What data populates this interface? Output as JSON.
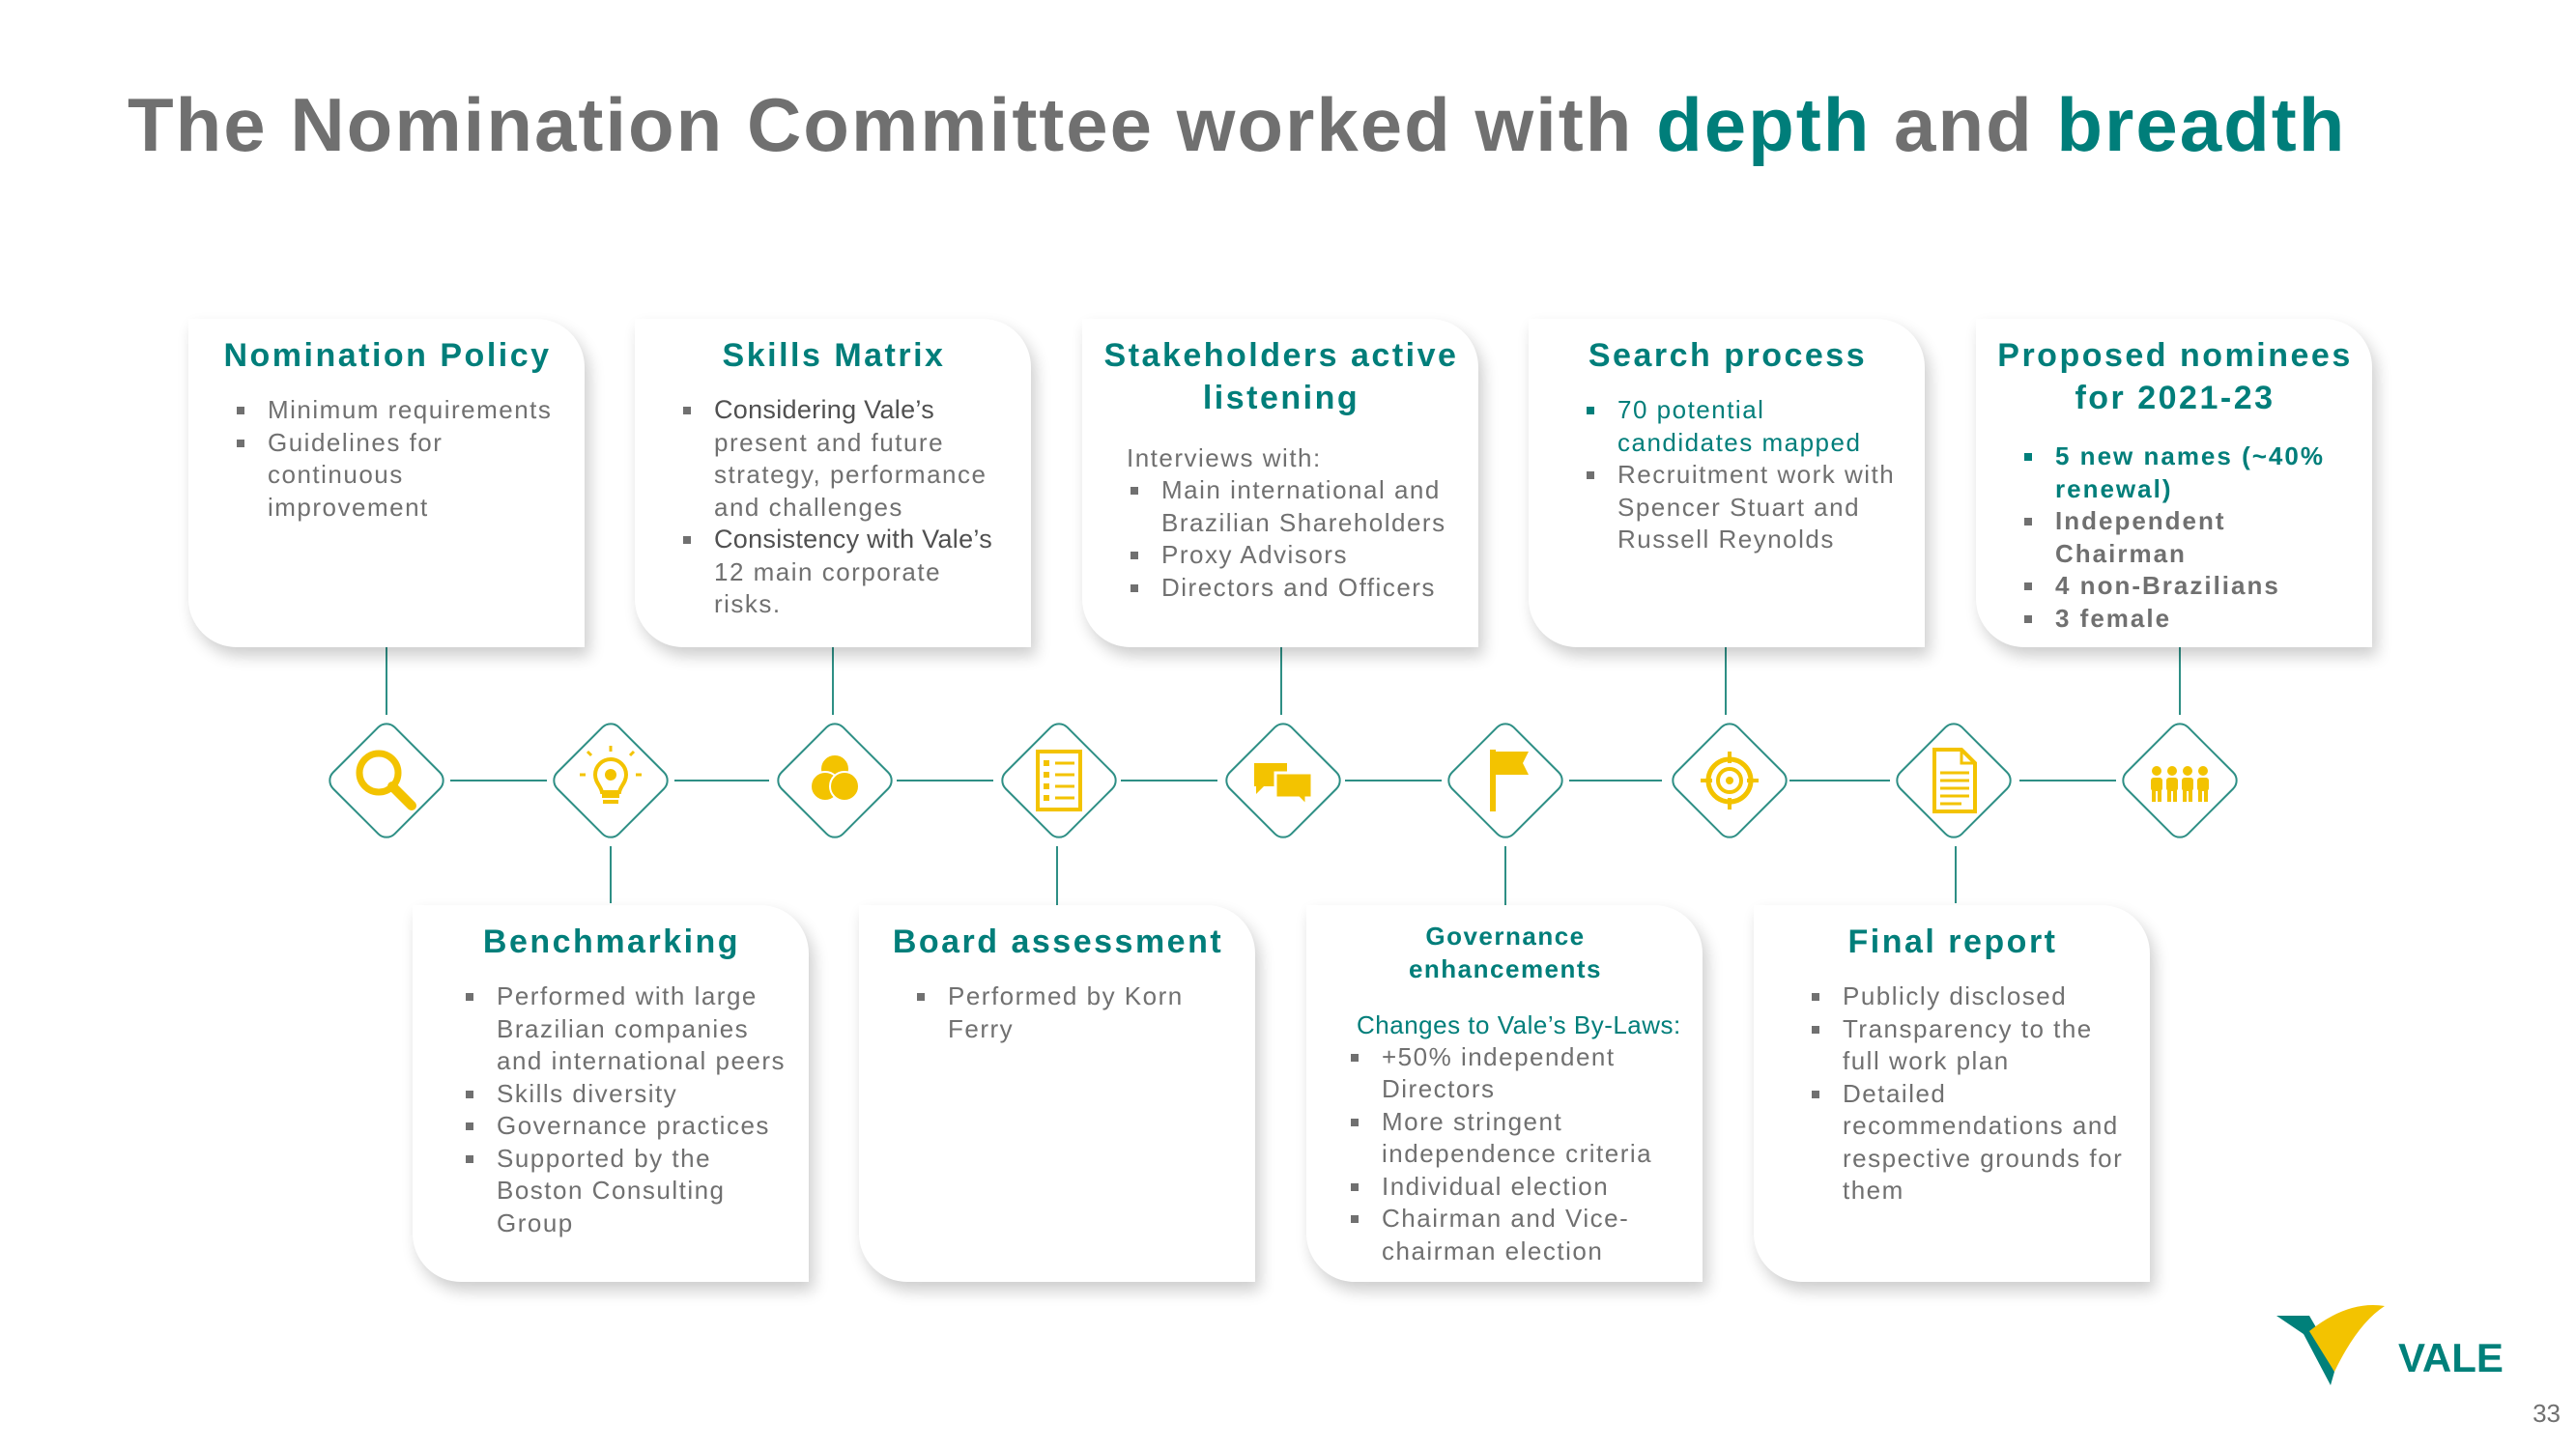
{
  "title": {
    "part1": "The Nomination Committee worked with ",
    "accent1": "depth",
    "part2": " and ",
    "accent2": "breadth"
  },
  "top_cards": [
    {
      "title": "Nomination Policy",
      "bullets": [
        "Minimum requirements",
        "Guidelines for continuous improvement"
      ]
    },
    {
      "title": "Skills Matrix",
      "bullets": [
        "Considering Vale’s",
        "present and future strategy, performance and challenges",
        "Consistency with Vale’s",
        "12 main corporate risks."
      ]
    },
    {
      "title": "Stakeholders active listening",
      "intro": "Interviews with:",
      "bullets": [
        "Main international and Brazilian Shareholders",
        "Proxy Advisors",
        "Directors and Officers"
      ]
    },
    {
      "title": "Search process",
      "bullets": [
        "70 potential candidates mapped",
        "Recruitment work with Spencer Stuart and Russell Reynolds"
      ]
    },
    {
      "title": "Proposed nominees for 2021-23",
      "bullets": [
        "5 new names (~40% renewal)",
        "Independent Chairman",
        "4 non-Brazilians",
        "3 female"
      ]
    }
  ],
  "bottom_cards": [
    {
      "title": "Benchmarking",
      "bullets": [
        "Performed with large Brazilian companies and international peers",
        "Skills diversity",
        "Governance practices",
        "Supported by the Boston Consulting Group"
      ]
    },
    {
      "title": "Board assessment",
      "bullets": [
        "Performed by Korn Ferry"
      ]
    },
    {
      "title": "Governance enhancements",
      "intro": "Changes to Vale’s By-Laws:",
      "bullets": [
        "+50% independent Directors",
        "More stringent independence criteria",
        "Individual election",
        "Chairman and Vice-chairman election"
      ]
    },
    {
      "title": "Final report",
      "bullets": [
        "Publicly disclosed",
        "Transparency to the full work plan",
        "Detailed recommendations and respective grounds for them"
      ]
    }
  ],
  "icons": [
    "magnifier-icon",
    "lightbulb-gear-icon",
    "venn-diagram-icon",
    "checklist-icon",
    "speech-bubbles-icon",
    "flag-icon",
    "target-icon",
    "document-icon",
    "people-group-icon"
  ],
  "logo_text": "VALE",
  "page_number": "33",
  "colors": {
    "teal": "#007e7a",
    "gray": "#707070",
    "yellow": "#f3c300",
    "line": "#2e8f85"
  }
}
